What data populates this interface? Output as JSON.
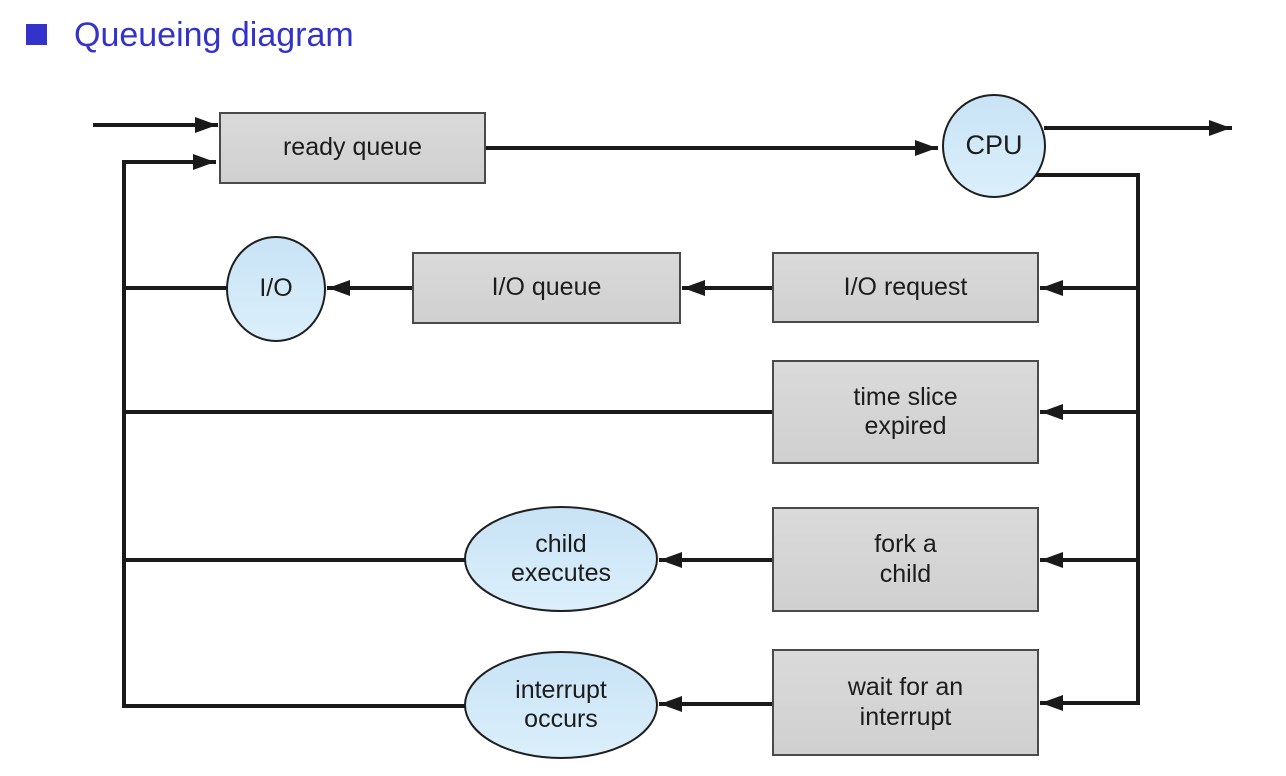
{
  "title": {
    "text": "Queueing diagram"
  },
  "colors": {
    "accent_blue": "#3333cc",
    "box_fill": "#d6d6d6",
    "box_border": "#4a4a4a",
    "node_fill": "#cfe7f8",
    "node_border": "#1f1f1f",
    "line": "#1a1a1a",
    "background": "#ffffff"
  },
  "diagram": {
    "nodes": {
      "ready_queue": {
        "label": "ready queue",
        "shape": "rect"
      },
      "cpu": {
        "label": "CPU",
        "shape": "circle"
      },
      "io": {
        "label": "I/O",
        "shape": "circle"
      },
      "io_queue": {
        "label": "I/O queue",
        "shape": "rect"
      },
      "io_request": {
        "label": "I/O request",
        "shape": "rect"
      },
      "time_slice": {
        "label": "time slice\nexpired",
        "shape": "rect"
      },
      "child_executes": {
        "label": "child\nexecutes",
        "shape": "ellipse"
      },
      "fork_child": {
        "label": "fork a\nchild",
        "shape": "rect"
      },
      "interrupt_occurs": {
        "label": "interrupt\noccurs",
        "shape": "ellipse"
      },
      "wait_interrupt": {
        "label": "wait for an\ninterrupt",
        "shape": "rect"
      }
    },
    "edges": [
      {
        "from": "entry",
        "to": "ready queue"
      },
      {
        "from": "ready queue",
        "to": "CPU"
      },
      {
        "from": "CPU",
        "to": "exit"
      },
      {
        "from": "CPU",
        "to": "I/O request"
      },
      {
        "from": "I/O request",
        "to": "I/O queue"
      },
      {
        "from": "I/O queue",
        "to": "I/O"
      },
      {
        "from": "I/O",
        "to": "ready queue"
      },
      {
        "from": "CPU",
        "to": "time slice expired"
      },
      {
        "from": "time slice expired",
        "to": "ready queue"
      },
      {
        "from": "CPU",
        "to": "fork a child"
      },
      {
        "from": "fork a child",
        "to": "child executes"
      },
      {
        "from": "child executes",
        "to": "ready queue"
      },
      {
        "from": "CPU",
        "to": "wait for an interrupt"
      },
      {
        "from": "wait for an interrupt",
        "to": "interrupt occurs"
      },
      {
        "from": "interrupt occurs",
        "to": "ready queue"
      }
    ]
  }
}
